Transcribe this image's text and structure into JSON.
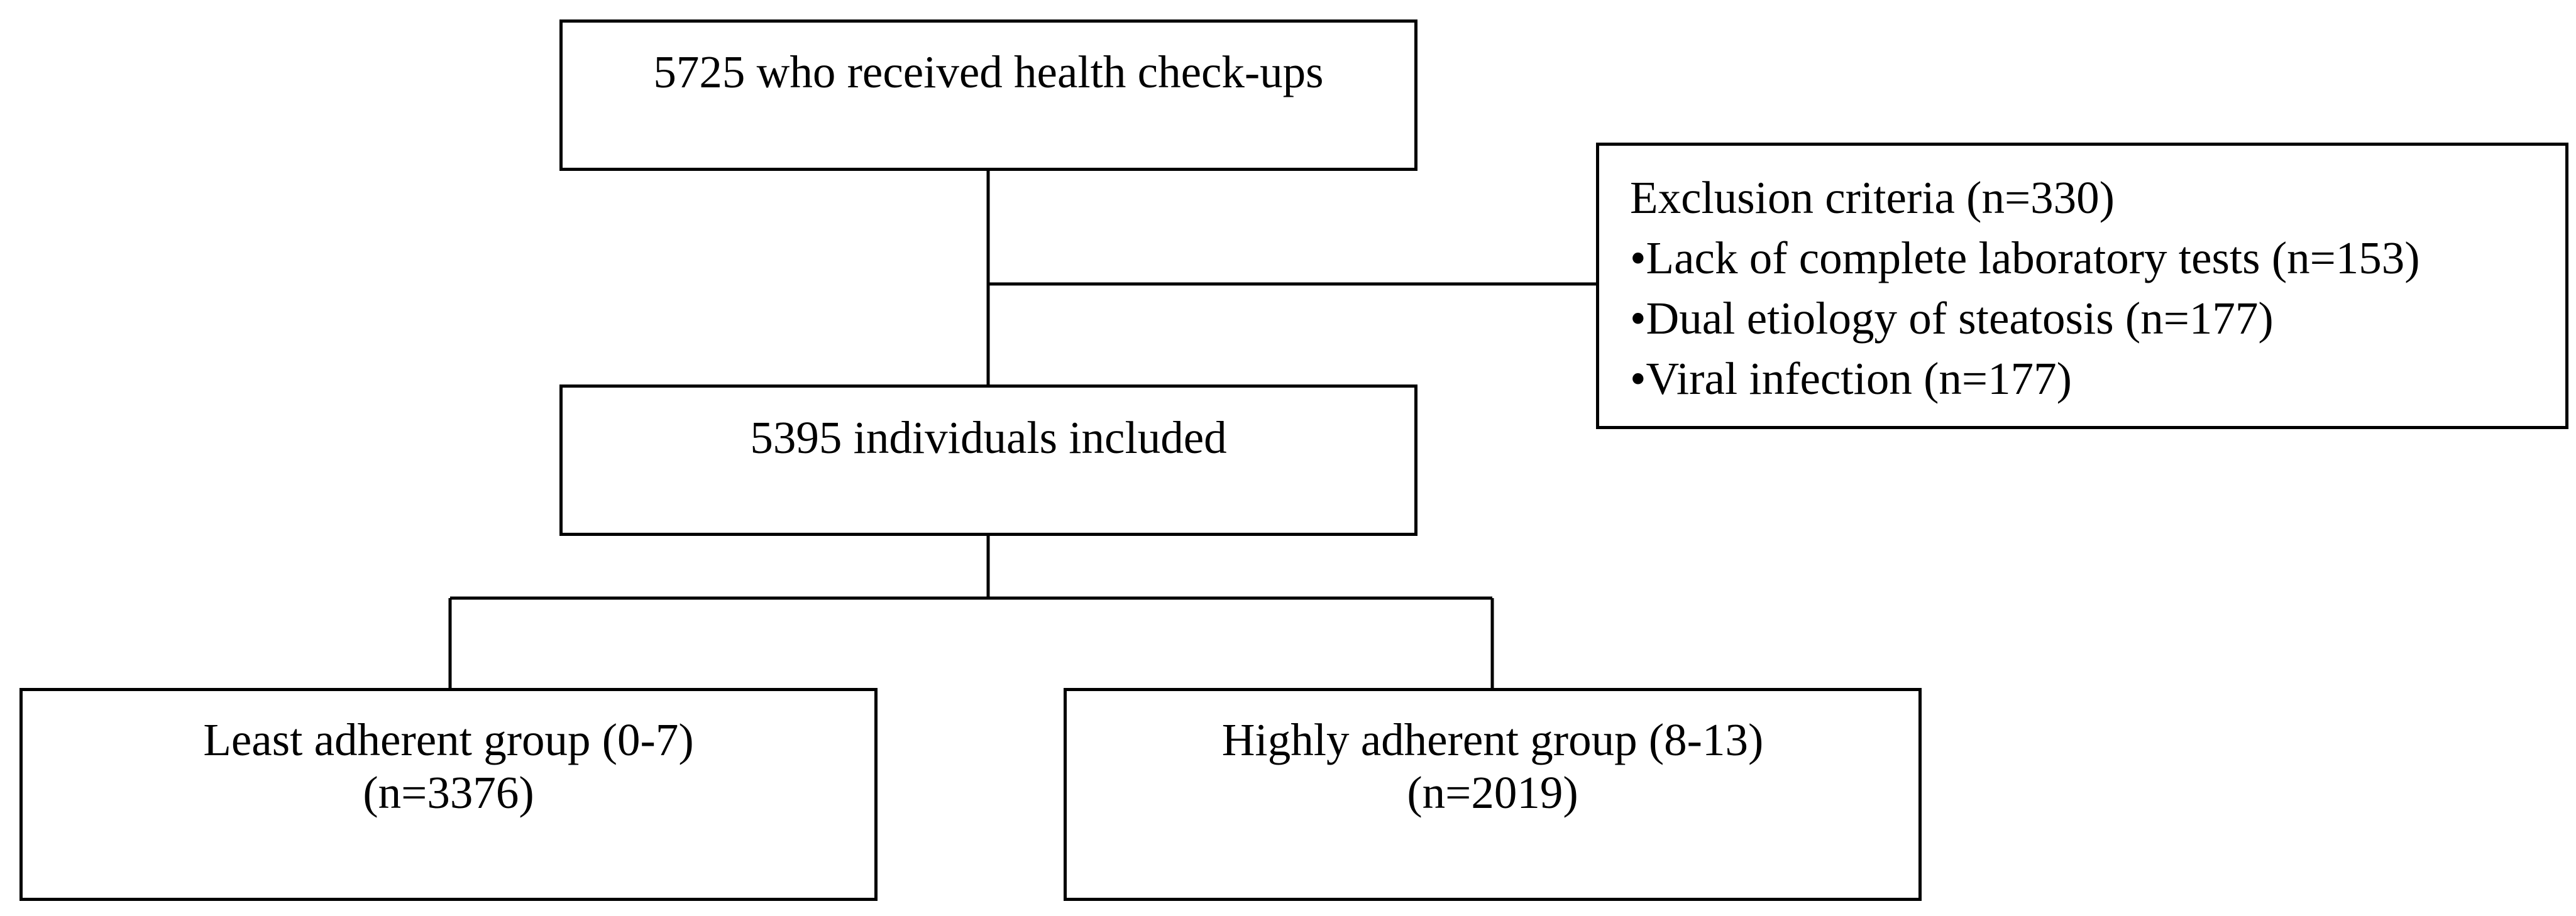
{
  "flowchart": {
    "start": {
      "label": "5725 who received health check-ups"
    },
    "exclusion": {
      "title": "Exclusion criteria (n=330)",
      "items": [
        "•Lack of complete laboratory tests (n=153)",
        "•Dual etiology of steatosis (n=177)",
        "•Viral infection (n=177)"
      ]
    },
    "included": {
      "label": "5395 individuals included"
    },
    "groups": [
      {
        "name": "Least adherent group (0-7)",
        "count": "(n=3376)"
      },
      {
        "name": "Highly adherent group (8-13)",
        "count": "(n=2019)"
      }
    ]
  }
}
